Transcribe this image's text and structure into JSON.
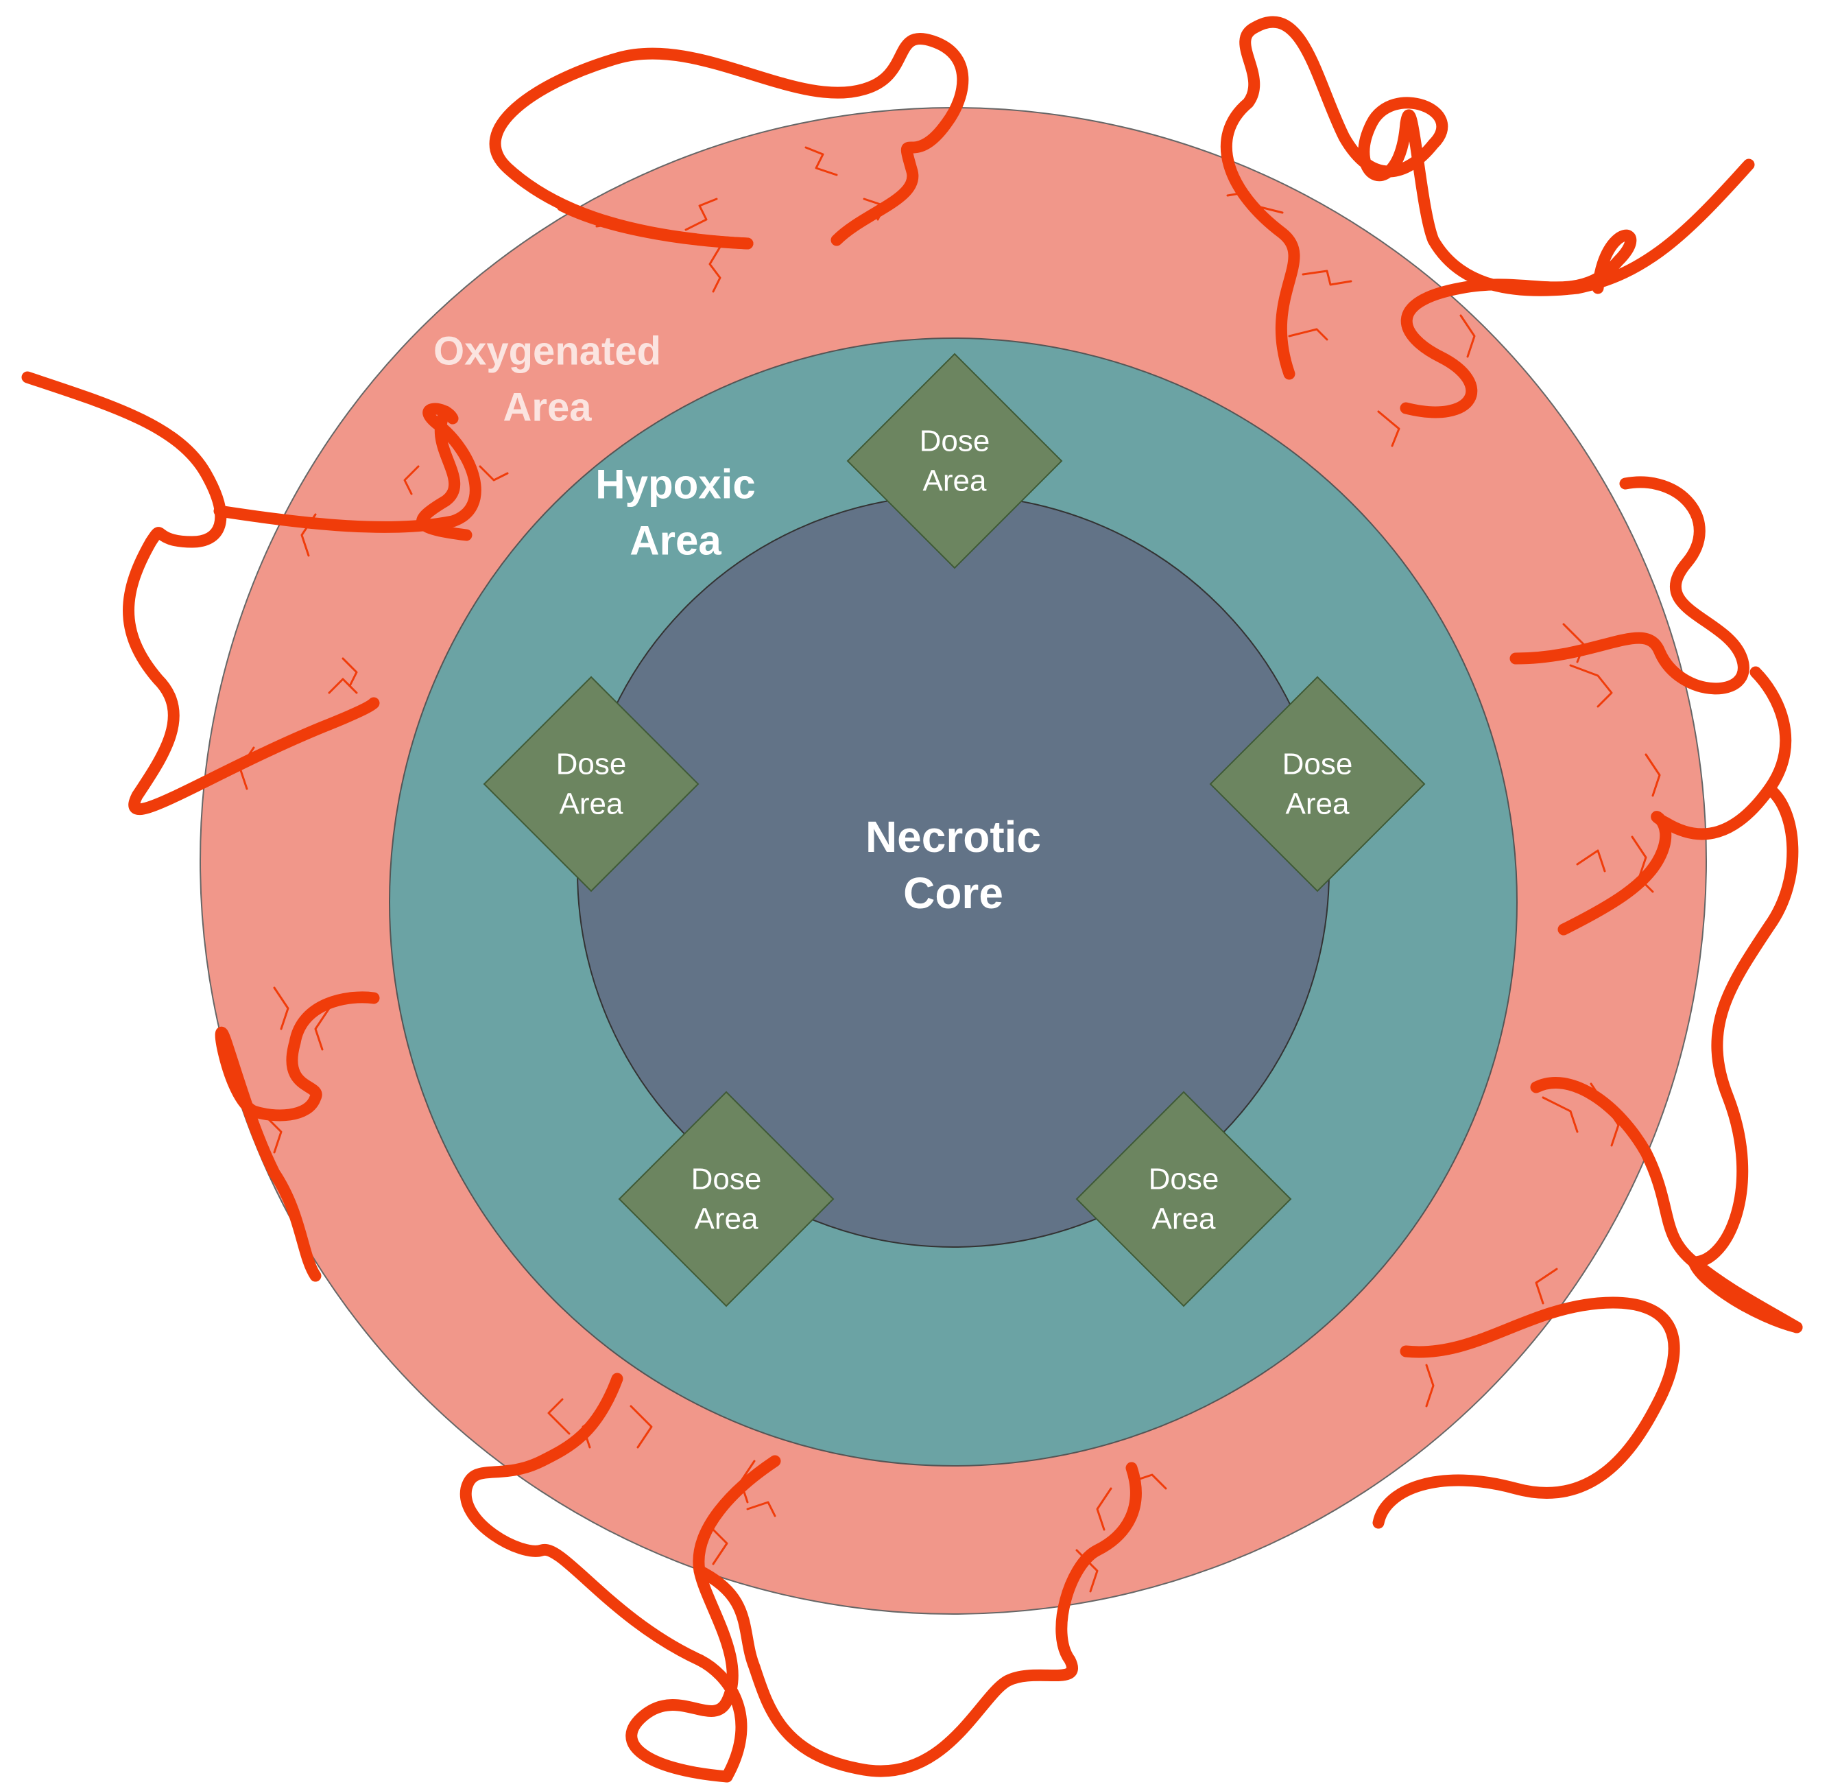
{
  "zones": {
    "oxygenated": {
      "label_line1": "Oxygenated",
      "label_line2": "Area",
      "fill": "#f1978a",
      "label_color": "#fbe4e0"
    },
    "hypoxic": {
      "label_line1": "Hypoxic",
      "label_line2": "Area",
      "fill": "#6ba3a4"
    },
    "necrotic": {
      "label_line1": "Necrotic",
      "label_line2": "Core",
      "fill": "#627387"
    }
  },
  "dose_areas": [
    {
      "line1": "Dose",
      "line2": "Area"
    },
    {
      "line1": "Dose",
      "line2": "Area"
    },
    {
      "line1": "Dose",
      "line2": "Area"
    },
    {
      "line1": "Dose",
      "line2": "Area"
    },
    {
      "line1": "Dose",
      "line2": "Area"
    }
  ],
  "colors": {
    "dose_fill": "#6c8560",
    "dose_stroke": "#3f5a36",
    "vessel": "#f03c0a",
    "outline": "#555555"
  }
}
